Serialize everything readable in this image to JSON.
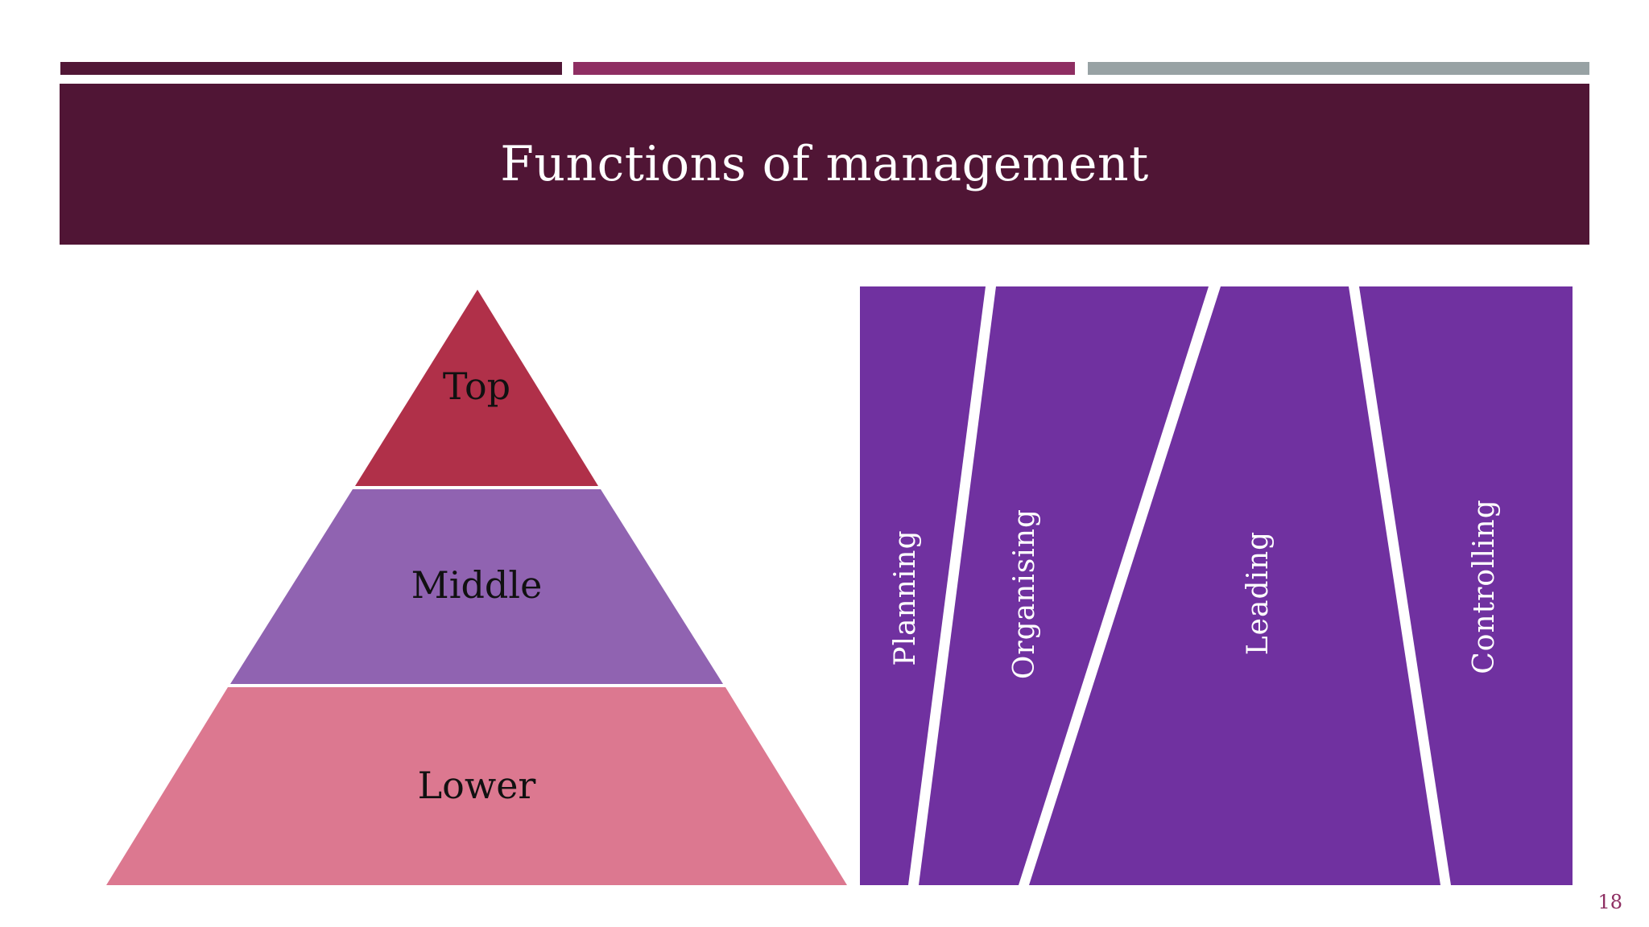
{
  "slide": {
    "title": "Functions of management",
    "page_number": "18"
  },
  "pyramid": {
    "levels": [
      {
        "label": "Top",
        "color": "#b03049"
      },
      {
        "label": "Middle",
        "color": "#9063b1"
      },
      {
        "label": "Lower",
        "color": "#dc7890"
      }
    ]
  },
  "functions": {
    "color": "#7031a0",
    "items": [
      {
        "label": "Planning"
      },
      {
        "label": "Organising"
      },
      {
        "label": "Leading"
      },
      {
        "label": "Controlling"
      }
    ]
  },
  "accent_colors": [
    "#511736",
    "#8e2e62",
    "#98a2a4"
  ],
  "title_band_color": "#501535"
}
